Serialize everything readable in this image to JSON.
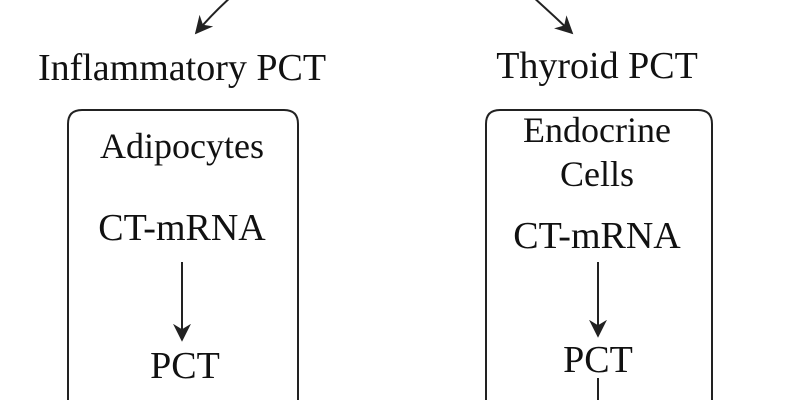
{
  "colors": {
    "line": "#222222",
    "text": "#111111",
    "background": "#ffffff"
  },
  "left_branch": {
    "title": "Inflammatory PCT",
    "box": {
      "cell_type": "Adipocytes",
      "mrna": "CT-mRNA",
      "product": "PCT"
    }
  },
  "right_branch": {
    "title": "Thyroid PCT",
    "box": {
      "cell_type_line1": "Endocrine",
      "cell_type_line2": "Cells",
      "mrna": "CT-mRNA",
      "product": "PCT"
    }
  }
}
